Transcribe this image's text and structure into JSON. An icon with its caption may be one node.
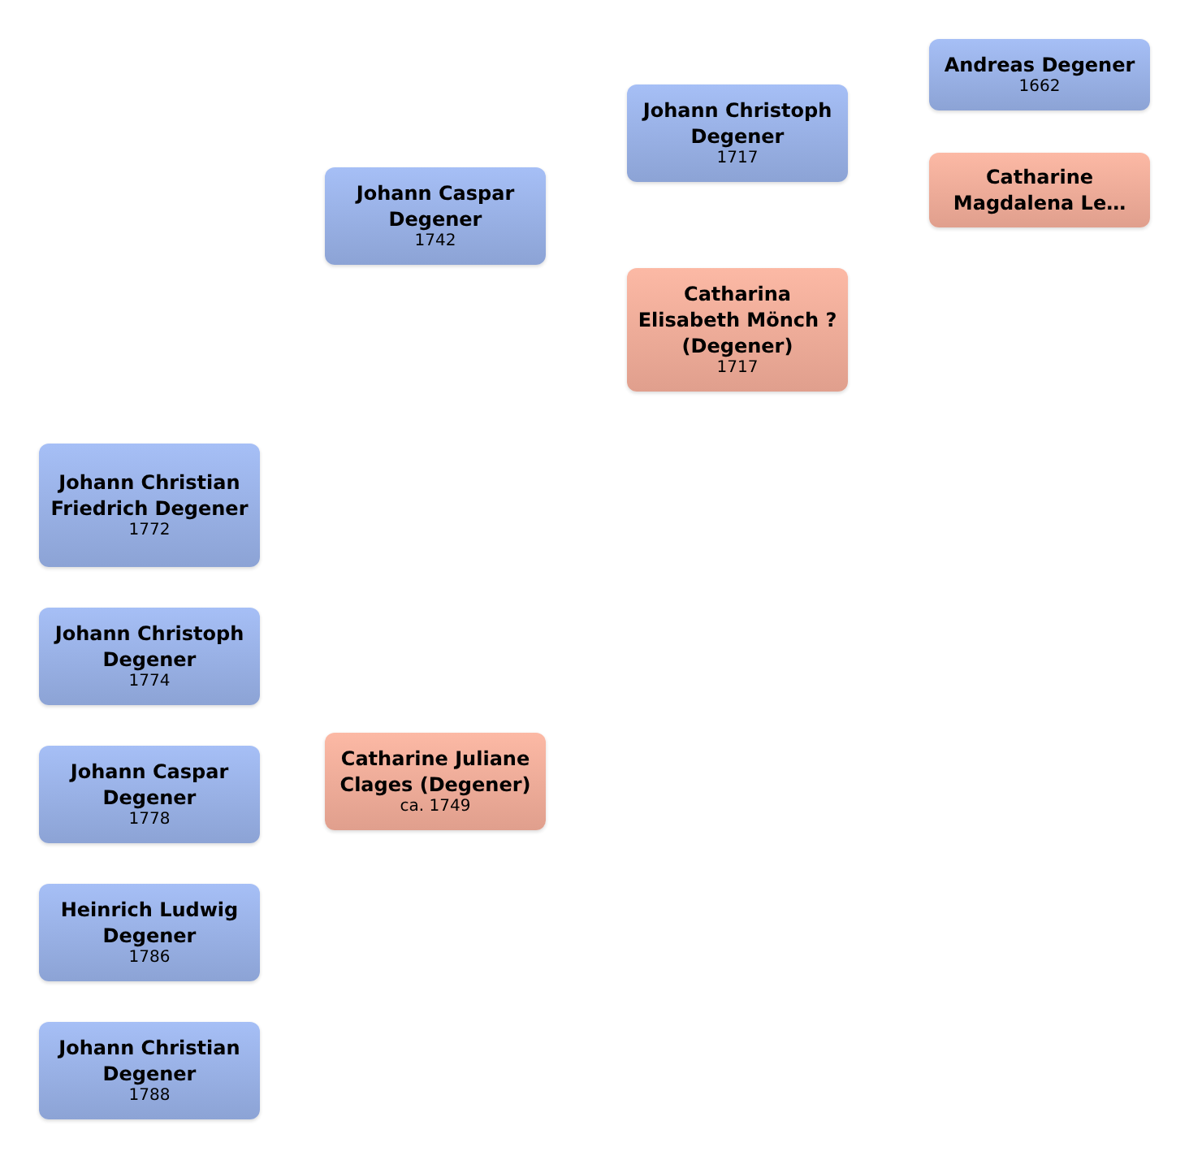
{
  "diagram": {
    "nodes": [
      {
        "text": [
          "Johann Christian Friedrich Degener",
          "1772"
        ]
      },
      {
        "text": [
          "Johann Christoph Degener",
          "1774"
        ]
      },
      {
        "text": [
          "Johann Caspar Degener",
          "1778"
        ]
      },
      {
        "text": [
          "Heinrich Ludwig Degener",
          "1786"
        ]
      },
      {
        "text": [
          "Johann Christian Degener",
          "1788"
        ]
      },
      {
        "text": [
          "Johann Caspar Degener",
          "1742"
        ]
      },
      {
        "text": [
          "Catharine Juliane Clages (Degener)",
          "ca. 1749"
        ]
      },
      {
        "text": [
          "Johann Christoph Degener",
          "1717"
        ]
      },
      {
        "text": [
          "Catharina Elisabeth Mönch ? (Degener)",
          "1717"
        ]
      },
      {
        "text": [
          "Andreas Degener",
          "1662"
        ]
      },
      {
        "text": [
          "Catharine Magdalena Le…"
        ]
      }
    ],
    "edges": []
  }
}
